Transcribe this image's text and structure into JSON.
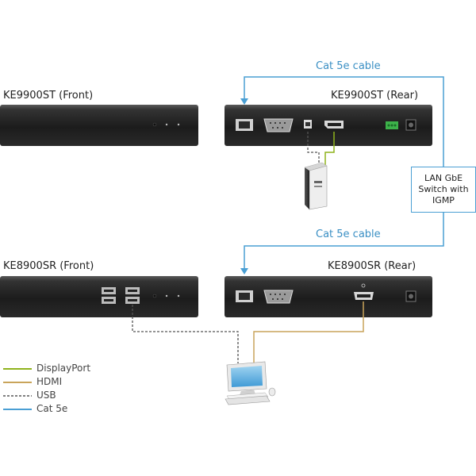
{
  "devices": {
    "tx_front": "KE9900ST (Front)",
    "tx_rear": "KE9900ST (Rear)",
    "rx_front": "KE8900SR (Front)",
    "rx_rear": "KE8900SR (Rear)"
  },
  "cables": {
    "top": "Cat 5e cable",
    "bottom": "Cat 5e cable"
  },
  "switch": {
    "line1": "LAN GbE",
    "line2": "Switch with",
    "line3": "IGMP"
  },
  "legend": [
    {
      "label": "DisplayPort",
      "color": "#8fb31c",
      "style": "solid"
    },
    {
      "label": "HDMI",
      "color": "#c9a45a",
      "style": "solid"
    },
    {
      "label": "USB",
      "color": "#555555",
      "style": "dashed"
    },
    {
      "label": "Cat 5e",
      "color": "#4a9fd4",
      "style": "solid"
    }
  ],
  "colors": {
    "cat5e": "#4a9fd4",
    "displayport": "#8fb31c",
    "hdmi": "#c9a45a",
    "usb": "#555555",
    "device_body": "#2b2b2b"
  }
}
